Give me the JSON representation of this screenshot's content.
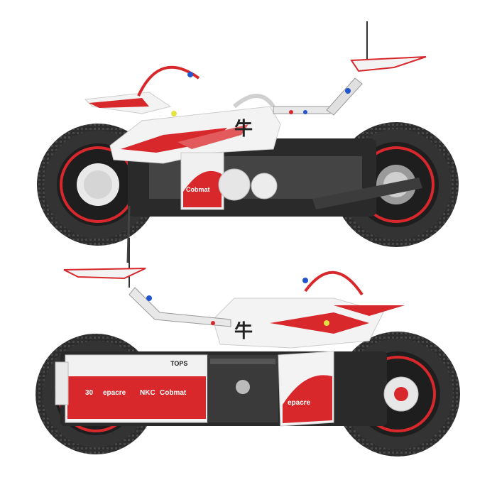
{
  "stickers": {
    "brand_primary": "Cobmat",
    "brand_secondary": "epacre",
    "brand_tertiary": "NKC",
    "number": "30",
    "glyph": "牛",
    "tag": "TOPS"
  },
  "colors": {
    "red": "#d8282c",
    "white": "#f4f4f4",
    "black": "#222222",
    "grey": "#8a8a8a",
    "tire": "#2b2b2b"
  }
}
